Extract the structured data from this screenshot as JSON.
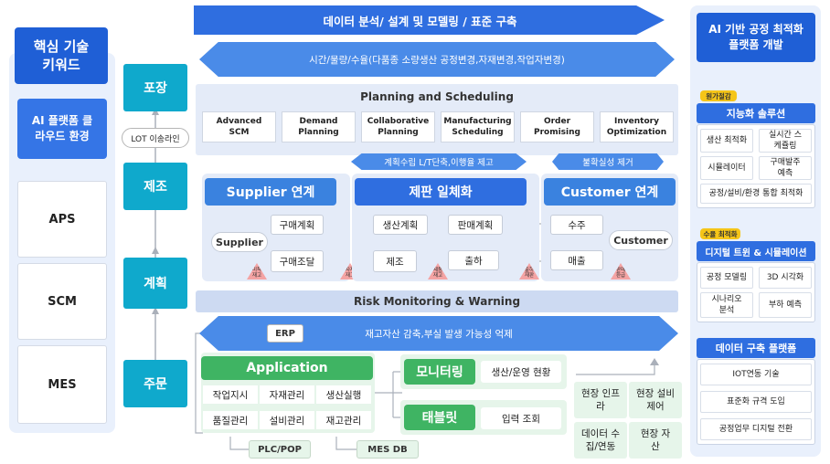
{
  "left": {
    "title": "핵심 기술 키워드",
    "subtitle": "AI 플랫폼 클라우드 환경",
    "items": [
      "APS",
      "SCM",
      "MES"
    ]
  },
  "process": {
    "stages": [
      "포장",
      "제조",
      "계획",
      "주문"
    ],
    "lot_label": "LOT 이송라인"
  },
  "top": {
    "banner": "데이터 분석/ 설계 및 모델링 / 표준 구축",
    "arrow_text": "시간/물량/수율(다품종 소량생산 공정변경,자재변경,작업자변경)"
  },
  "planning": {
    "title": "Planning and Scheduling",
    "items": [
      "Advanced SCM",
      "Demand Planning",
      "Collaborative Planning",
      "Manufacturing Scheduling",
      "Order Promising",
      "Inventory Optimization"
    ],
    "arrow_left": "계획수립 L/T단축,이행율 제고",
    "arrow_right": "불확실성 제거"
  },
  "supplier": {
    "title": "Supplier 연계",
    "node_supplier": "Supplier",
    "node_buy_plan": "구매계획",
    "node_buy_proc": "구매조달",
    "tri_a": "미착 재고",
    "tri_b": "자재 재고"
  },
  "production": {
    "title": "제판 일체화",
    "node_prod_plan": "생산계획",
    "node_sales_plan": "판매계획",
    "node_make": "제조",
    "node_ship": "출하",
    "tri_a": "제품 재고",
    "tri_b": "출하 재판"
  },
  "customer": {
    "title": "Customer 연계",
    "node_order": "수주",
    "node_sales": "매출",
    "node_customer": "Customer",
    "tri_a": "판매 환급"
  },
  "risk": "Risk Monitoring & Warning",
  "bottom": {
    "arrow_text": "재고자산 감축,부실 발생 가능성 억제",
    "erp": "ERP",
    "app_title": "Application",
    "app_cells": [
      "작업지시",
      "자재관리",
      "생산실행",
      "품질관리",
      "설비관리",
      "재고관리"
    ],
    "monitoring": "모니터링",
    "monitoring_detail": "생산/운영 현황",
    "tablet": "태블릿",
    "tablet_detail": "입력 조회",
    "field": [
      "현장 인프라",
      "현장 설비 제어",
      "데이터 수집/연동",
      "현장 자산"
    ],
    "plc": "PLC/POP",
    "mesdb": "MES DB"
  },
  "right": {
    "title": "AI 기반 공정 최적화 플랫폼 개발",
    "badge1": "원가절감",
    "sec1_title": "지능화 솔루션",
    "sec1_cells": [
      "생산 최적화",
      "실시간 스케쥴링",
      "시뮬레이터",
      "구매발주 예측",
      "공정/설비/환경 통합 최적화"
    ],
    "badge2": "수율 최적화",
    "sec2_title": "디지털 트윈 & 시뮬레이션",
    "sec2_cells": [
      "공정 모델링",
      "3D 시각화",
      "시나리오 분석",
      "부하 예측"
    ],
    "sec3_title": "데이터 구축 플랫폼",
    "sec3_cells": [
      "IOT연동 기술",
      "표준화 규격 도입",
      "공정업무 디지털 전환"
    ]
  },
  "colors": {
    "primary_blue": "#1f5fd6",
    "arrow_blue": "#4a8be8",
    "process_teal": "#0fa9cc",
    "header_blue": "#3a82df",
    "app_green": "#3fb463",
    "warning_pink": "#f4a3a3",
    "badge_yellow": "#f5c518"
  }
}
